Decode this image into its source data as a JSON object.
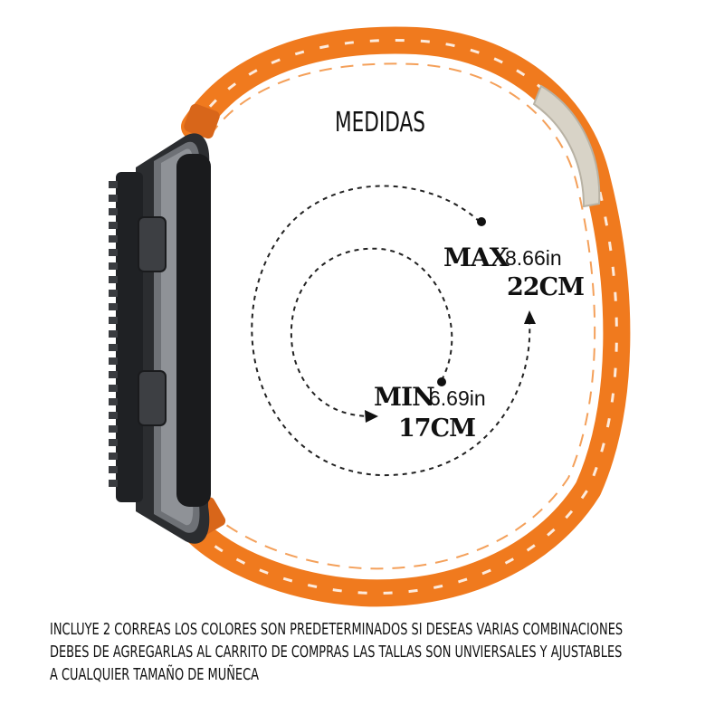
{
  "title": "MEDIDAS",
  "max": {
    "word": "MAX",
    "inches": "8.66in",
    "cm": "22CM"
  },
  "min": {
    "word": "MIN",
    "inches": "6.69in",
    "cm": "17CM"
  },
  "footer": {
    "line1": "INCLUYE 2 CORREAS LOS COLORES SON PREDETERMINADOS SI DESEAS VARIAS COMBINACIONES",
    "line2": "DEBES DE AGREGARLAS AL CARRITO DE COMPRAS LAS TALLAS SON UNVIERSALES Y AJUSTABLES",
    "line3": "A CUALQUIER TAMAÑO DE MUÑECA"
  },
  "colors": {
    "strap": "#f07a1e",
    "watch_case": "#2b2d30",
    "text": "#111111"
  }
}
